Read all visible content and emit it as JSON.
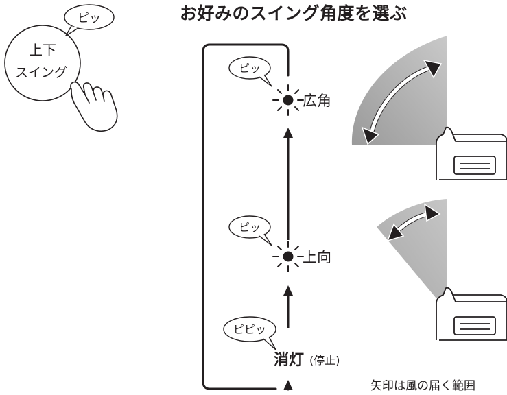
{
  "title": "お好みのスイング角度を選ぶ",
  "button": {
    "line1": "上下",
    "line2": "スイング",
    "beep": "ピッ"
  },
  "steps": [
    {
      "id": "wide",
      "beep": "ピッ",
      "label": "広角"
    },
    {
      "id": "up",
      "beep": "ピッ",
      "label": "上向"
    },
    {
      "id": "off",
      "beep": "ピピッ",
      "label": "消灯",
      "sub": "(停止)"
    }
  ],
  "note": "矢印は風の届く範囲"
}
